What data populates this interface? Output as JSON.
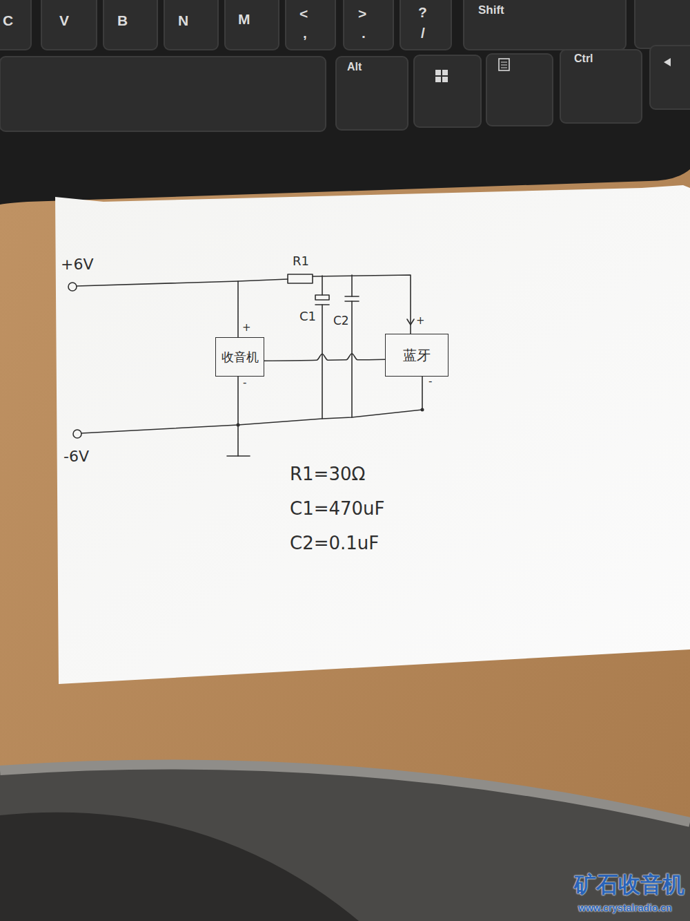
{
  "diagram": {
    "nodes": [
      {
        "text": [
          "收音机"
        ]
      },
      {
        "text": [
          "蓝牙"
        ]
      }
    ],
    "edges": [
      {
        "from": 0,
        "to": 1,
        "arrow": "none"
      }
    ],
    "labels": [
      "C",
      "V",
      "B",
      "N",
      "M",
      "<",
      ",",
      ">",
      ".",
      "?",
      "/",
      "Shift",
      "Alt",
      "Ctrl",
      "+6V",
      "R1",
      "C1",
      "C2",
      "+",
      "-",
      "+",
      "-",
      "-6V",
      "R1=30Ω",
      "C1=470uF",
      "C2=0.1uF",
      "矿石收音机",
      "www.crystalradio.cn"
    ]
  }
}
